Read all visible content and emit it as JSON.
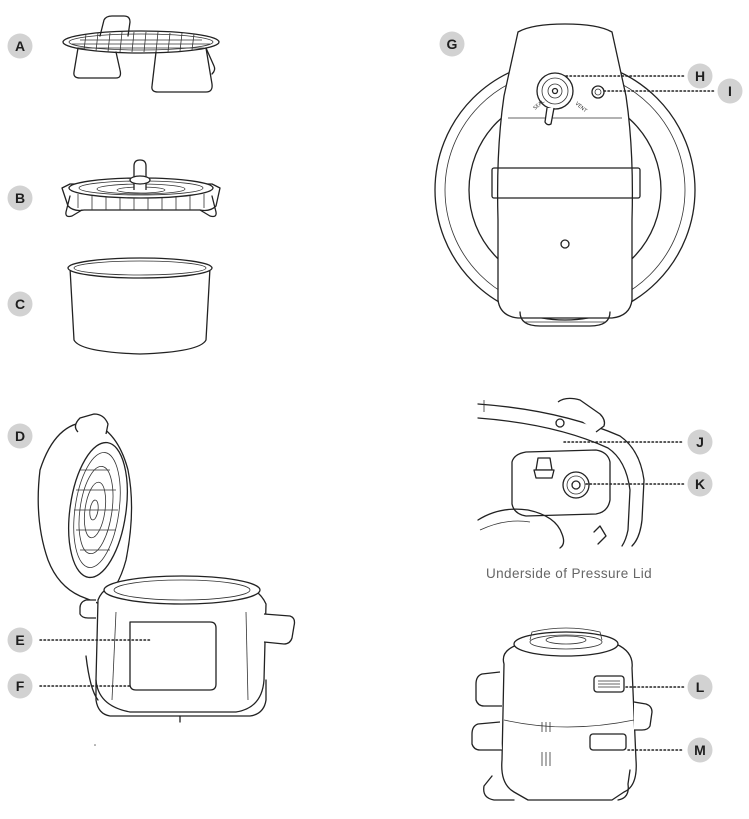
{
  "colors": {
    "line": "#222222",
    "badge_fill": "#d2d2d2",
    "badge_text": "#1e1e1e",
    "caption": "#666666"
  },
  "labels": {
    "A": "A",
    "B": "B",
    "C": "C",
    "D": "D",
    "E": "E",
    "F": "F",
    "G": "G",
    "H": "H",
    "I": "I",
    "J": "J",
    "K": "K",
    "L": "L",
    "M": "M"
  },
  "valve_text": {
    "seal": "SEAL",
    "vent": "VENT"
  },
  "caption": "Underside of Pressure Lid"
}
